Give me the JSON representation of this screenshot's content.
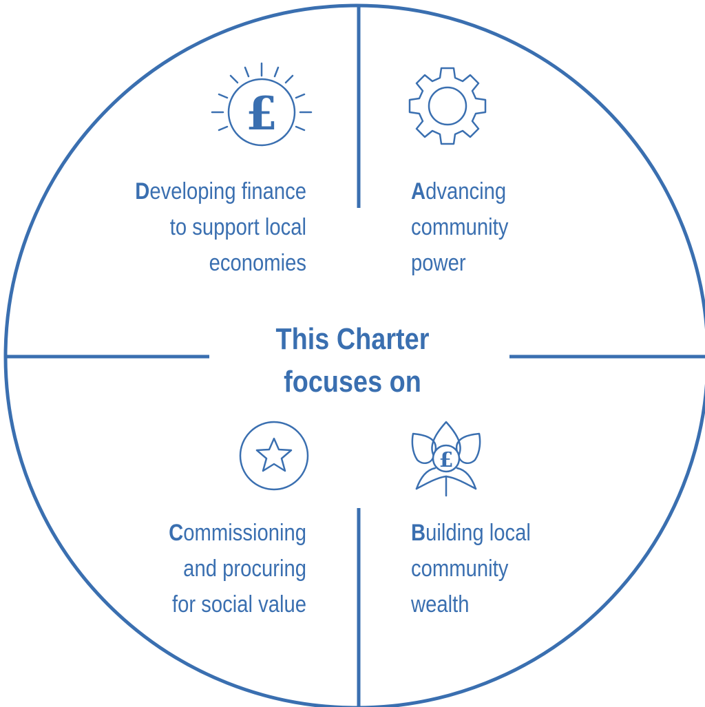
{
  "center": {
    "line1": "This Charter",
    "line2": "focuses on"
  },
  "quadrants": {
    "top_left": {
      "first_letter": "D",
      "line1_rest": "eveloping finance",
      "line2": "to support local",
      "line3": "economies",
      "icon": "pound-sun-icon"
    },
    "top_right": {
      "first_letter": "A",
      "line1_rest": "dvancing",
      "line2": "community",
      "line3": "power",
      "icon": "gear-icon"
    },
    "bottom_left": {
      "first_letter": "C",
      "line1_rest": "ommissioning",
      "line2": "and procuring",
      "line3": "for social value",
      "icon": "star-circle-icon"
    },
    "bottom_right": {
      "first_letter": "B",
      "line1_rest": "uilding local",
      "line2": "community",
      "line3": "wealth",
      "icon": "pound-flower-icon"
    }
  },
  "colors": {
    "accent": "#3a6fb0"
  }
}
